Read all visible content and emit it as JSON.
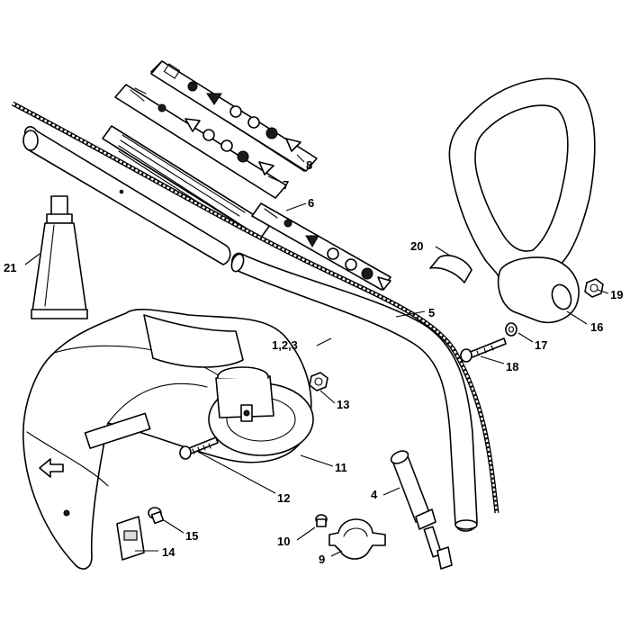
{
  "callouts": {
    "p1": "1,2,3",
    "p4": "4",
    "p5": "5",
    "p6": "6",
    "p7": "7",
    "p8": "8",
    "p9": "9",
    "p10": "10",
    "p11": "11",
    "p12": "12",
    "p13": "13",
    "p14": "14",
    "p15": "15",
    "p16": "16",
    "p17": "17",
    "p18": "18",
    "p19": "19",
    "p20": "20",
    "p21": "21"
  }
}
